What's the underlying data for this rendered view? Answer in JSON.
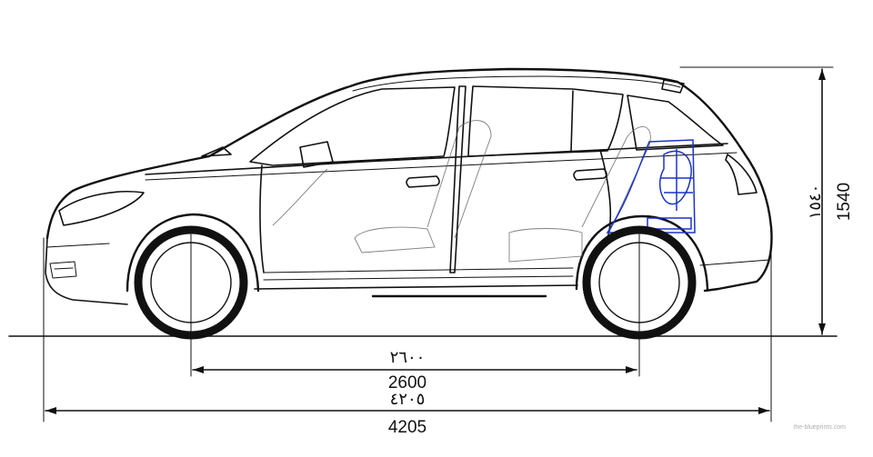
{
  "drawing": {
    "subject": "Hatchback side elevation",
    "line_color": "#111111",
    "accent_color": "#1a33c8",
    "dimensions": {
      "wheelbase": {
        "value": "2600",
        "value_arabic": "٢٦٠٠"
      },
      "length": {
        "value": "4205",
        "value_arabic": "٤٢٠٥"
      },
      "height": {
        "value": "1540",
        "value_arabic": "١٥٤٠"
      }
    },
    "watermark": "the-blueprints.com"
  }
}
